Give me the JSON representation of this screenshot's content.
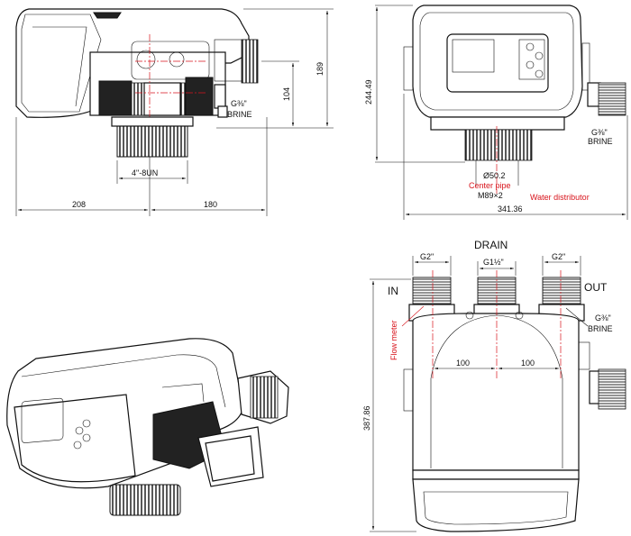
{
  "side_view": {
    "dim_height": "189",
    "dim_outlet_height": "104",
    "dim_left": "208",
    "dim_right": "180",
    "thread_base": "4\"-8UN",
    "brine_thread": "G⅜\"",
    "brine_label": "BRINE"
  },
  "front_view": {
    "dim_height": "244.49",
    "dim_width": "341.36",
    "diameter": "Ø50.2",
    "center_pipe": "Center pipe",
    "thread": "M89×2",
    "water_distributor": "Water distributor",
    "brine_thread": "G⅜\"",
    "brine_label": "BRINE"
  },
  "top_view": {
    "drain_label": "DRAIN",
    "in_label": "IN",
    "out_label": "OUT",
    "inlet_thread": "G2\"",
    "outlet_thread": "G2\"",
    "drain_thread": "G1½\"",
    "brine_thread": "G⅜\"",
    "brine_label": "BRINE",
    "flow_meter": "Flow meter",
    "spacing_left": "100",
    "spacing_right": "100",
    "dim_height": "387.86"
  },
  "colors": {
    "annotation": "#d8141c",
    "line": "#111111"
  }
}
